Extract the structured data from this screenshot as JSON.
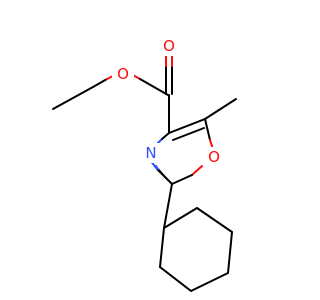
{
  "molecule": {
    "atoms": [
      {
        "element": "O",
        "label": "O",
        "color": "#ff0d0d"
      },
      {
        "element": "O",
        "label": "O",
        "color": "#ff0d0d"
      },
      {
        "element": "O",
        "label": "O",
        "color": "#ff0d0d"
      },
      {
        "element": "N",
        "label": "N",
        "color": "#3050f8"
      }
    ],
    "bond_color": "#000000"
  }
}
